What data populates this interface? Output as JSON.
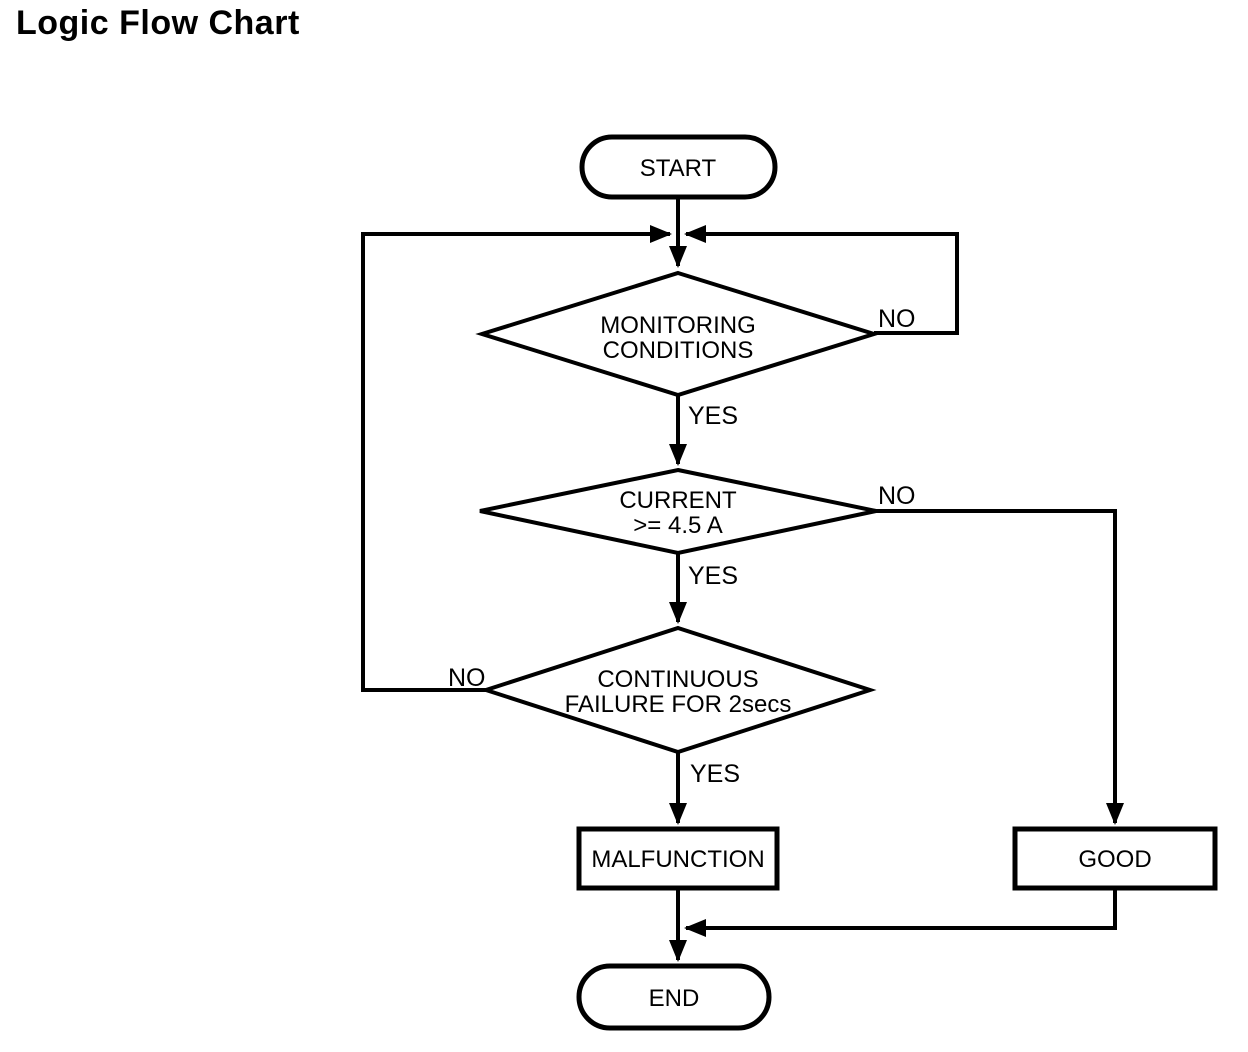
{
  "title": "Logic Flow Chart",
  "colors": {
    "ink": "#000000",
    "background": "#ffffff"
  },
  "flowchart": {
    "nodes": {
      "start": {
        "type": "terminator",
        "label": "START"
      },
      "monitoring_conditions": {
        "type": "decision",
        "line1": "MONITORING",
        "line2": "CONDITIONS"
      },
      "current_threshold": {
        "type": "decision",
        "line1": "CURRENT",
        "line2": ">= 4.5 A"
      },
      "continuous_failure": {
        "type": "decision",
        "line1": "CONTINUOUS",
        "line2": "FAILURE FOR 2secs"
      },
      "malfunction": {
        "type": "process",
        "label": "MALFUNCTION"
      },
      "good": {
        "type": "process",
        "label": "GOOD"
      },
      "end": {
        "type": "terminator",
        "label": "END"
      }
    },
    "edge_labels": {
      "monitoring_no": "NO",
      "monitoring_yes": "YES",
      "current_no": "NO",
      "current_yes": "YES",
      "continuous_no": "NO",
      "continuous_yes": "YES"
    }
  }
}
